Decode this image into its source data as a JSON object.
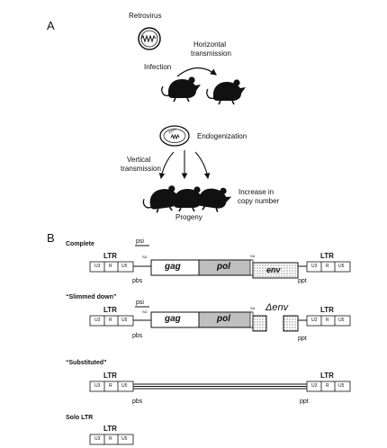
{
  "panel_a": {
    "letter": "A",
    "retrovirus": "Retrovirus",
    "infection": "Infection",
    "horizontal_1": "Horizontal",
    "horizontal_2": "transmission",
    "endogenization": "Endogenization",
    "env_tag": "ENV",
    "vertical_1": "Vertical",
    "vertical_2": "transmission",
    "increase_1": "Increase in",
    "increase_2": "copy number",
    "progeny": "Progeny"
  },
  "panel_b": {
    "letter": "B",
    "rows": [
      {
        "title": "Complete"
      },
      {
        "title": "“Slimmed down”"
      },
      {
        "title": "“Substituted”"
      },
      {
        "title": "Solo LTR"
      }
    ],
    "ltr": "LTR",
    "ltr_cells": [
      "U3",
      "R",
      "U5"
    ],
    "psi": "psi",
    "sd": "SD",
    "sa": "SA",
    "pbs": "pbs",
    "ppt": "ppt",
    "gag": "gag",
    "pol": "pol",
    "env": "env",
    "delta_env": "Δenv"
  },
  "colors": {
    "ink": "#111111",
    "pol_fill": "#c8c8c8",
    "env_fill": "#e6e6e6"
  }
}
